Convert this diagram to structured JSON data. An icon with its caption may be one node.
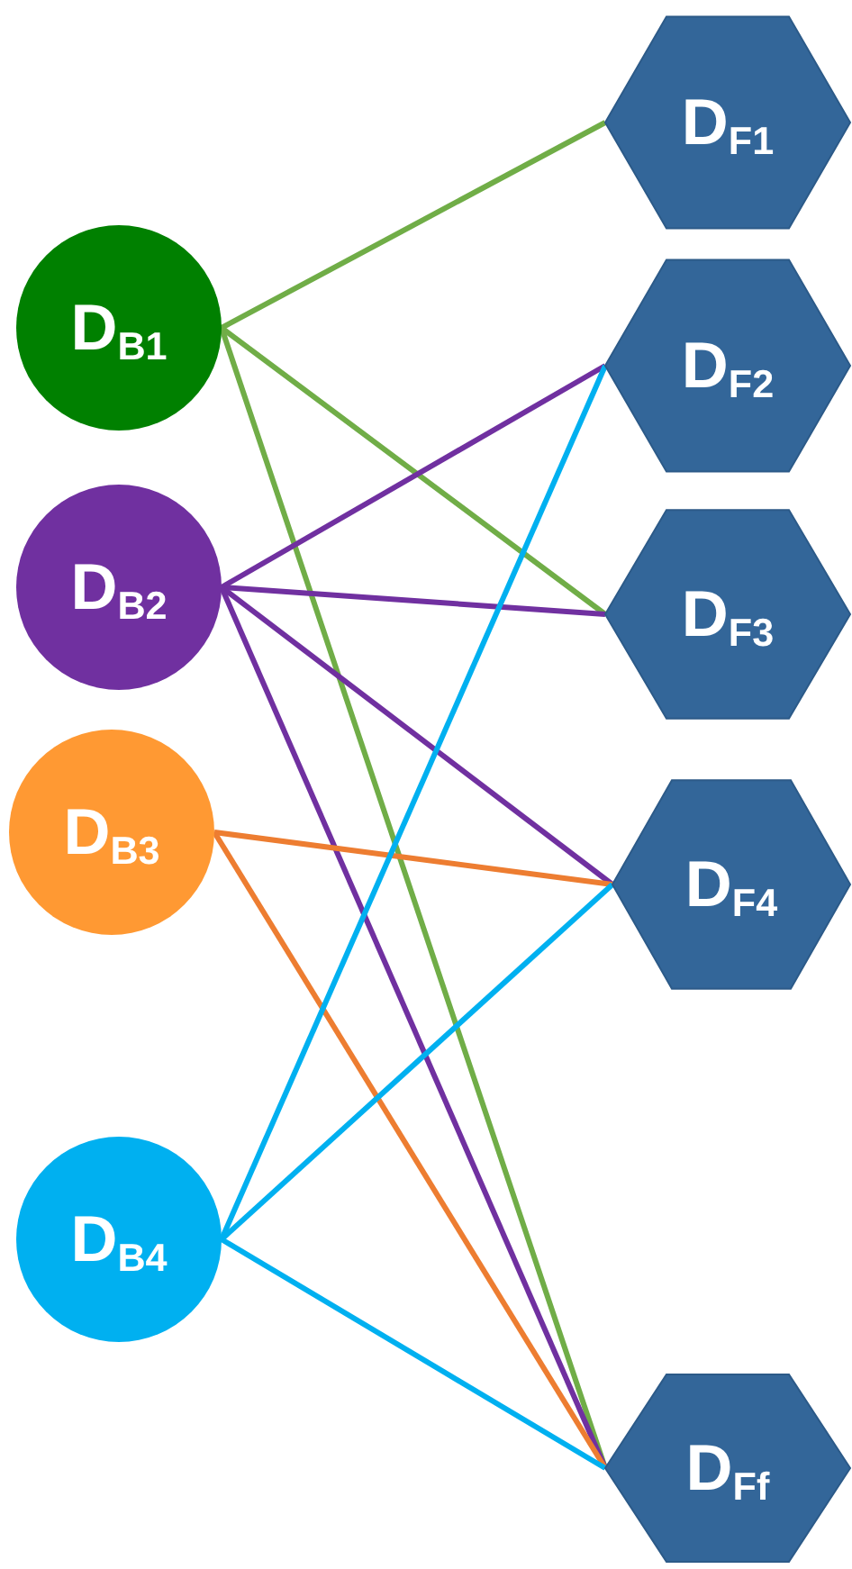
{
  "diagram": {
    "nodes": [
      {
        "text": [
          "D$_{B1}$"
        ]
      },
      {
        "text": [
          "D$_{B2}$"
        ]
      },
      {
        "text": [
          "D$_{B3}$"
        ]
      },
      {
        "text": [
          "D$_{B4}$"
        ]
      },
      {
        "text": [
          "D$_{F1}$"
        ]
      },
      {
        "text": [
          "D$_{F2}$"
        ]
      },
      {
        "text": [
          "D$_{F3}$"
        ]
      },
      {
        "text": [
          "D$_{F4}$"
        ]
      },
      {
        "text": [
          "D$_{Ff}$"
        ]
      }
    ],
    "edges": [
      {
        "from": 0,
        "to": 4,
        "arrow": "none",
        "color": "#70ad47"
      },
      {
        "from": 0,
        "to": 6,
        "arrow": "none",
        "color": "#70ad47"
      },
      {
        "from": 0,
        "to": 8,
        "arrow": "none",
        "color": "#70ad47"
      },
      {
        "from": 1,
        "to": 5,
        "arrow": "none",
        "color": "#7030a0"
      },
      {
        "from": 1,
        "to": 6,
        "arrow": "none",
        "color": "#7030a0"
      },
      {
        "from": 1,
        "to": 7,
        "arrow": "none",
        "color": "#7030a0"
      },
      {
        "from": 1,
        "to": 8,
        "arrow": "none",
        "color": "#7030a0"
      },
      {
        "from": 2,
        "to": 7,
        "arrow": "none",
        "color": "#ed7d31"
      },
      {
        "from": 2,
        "to": 8,
        "arrow": "none",
        "color": "#ed7d31"
      },
      {
        "from": 3,
        "to": 5,
        "arrow": "none",
        "color": "#00b0f0"
      },
      {
        "from": 3,
        "to": 7,
        "arrow": "none",
        "color": "#00b0f0"
      },
      {
        "from": 3,
        "to": 8,
        "arrow": "none",
        "color": "#00b0f0"
      }
    ]
  }
}
